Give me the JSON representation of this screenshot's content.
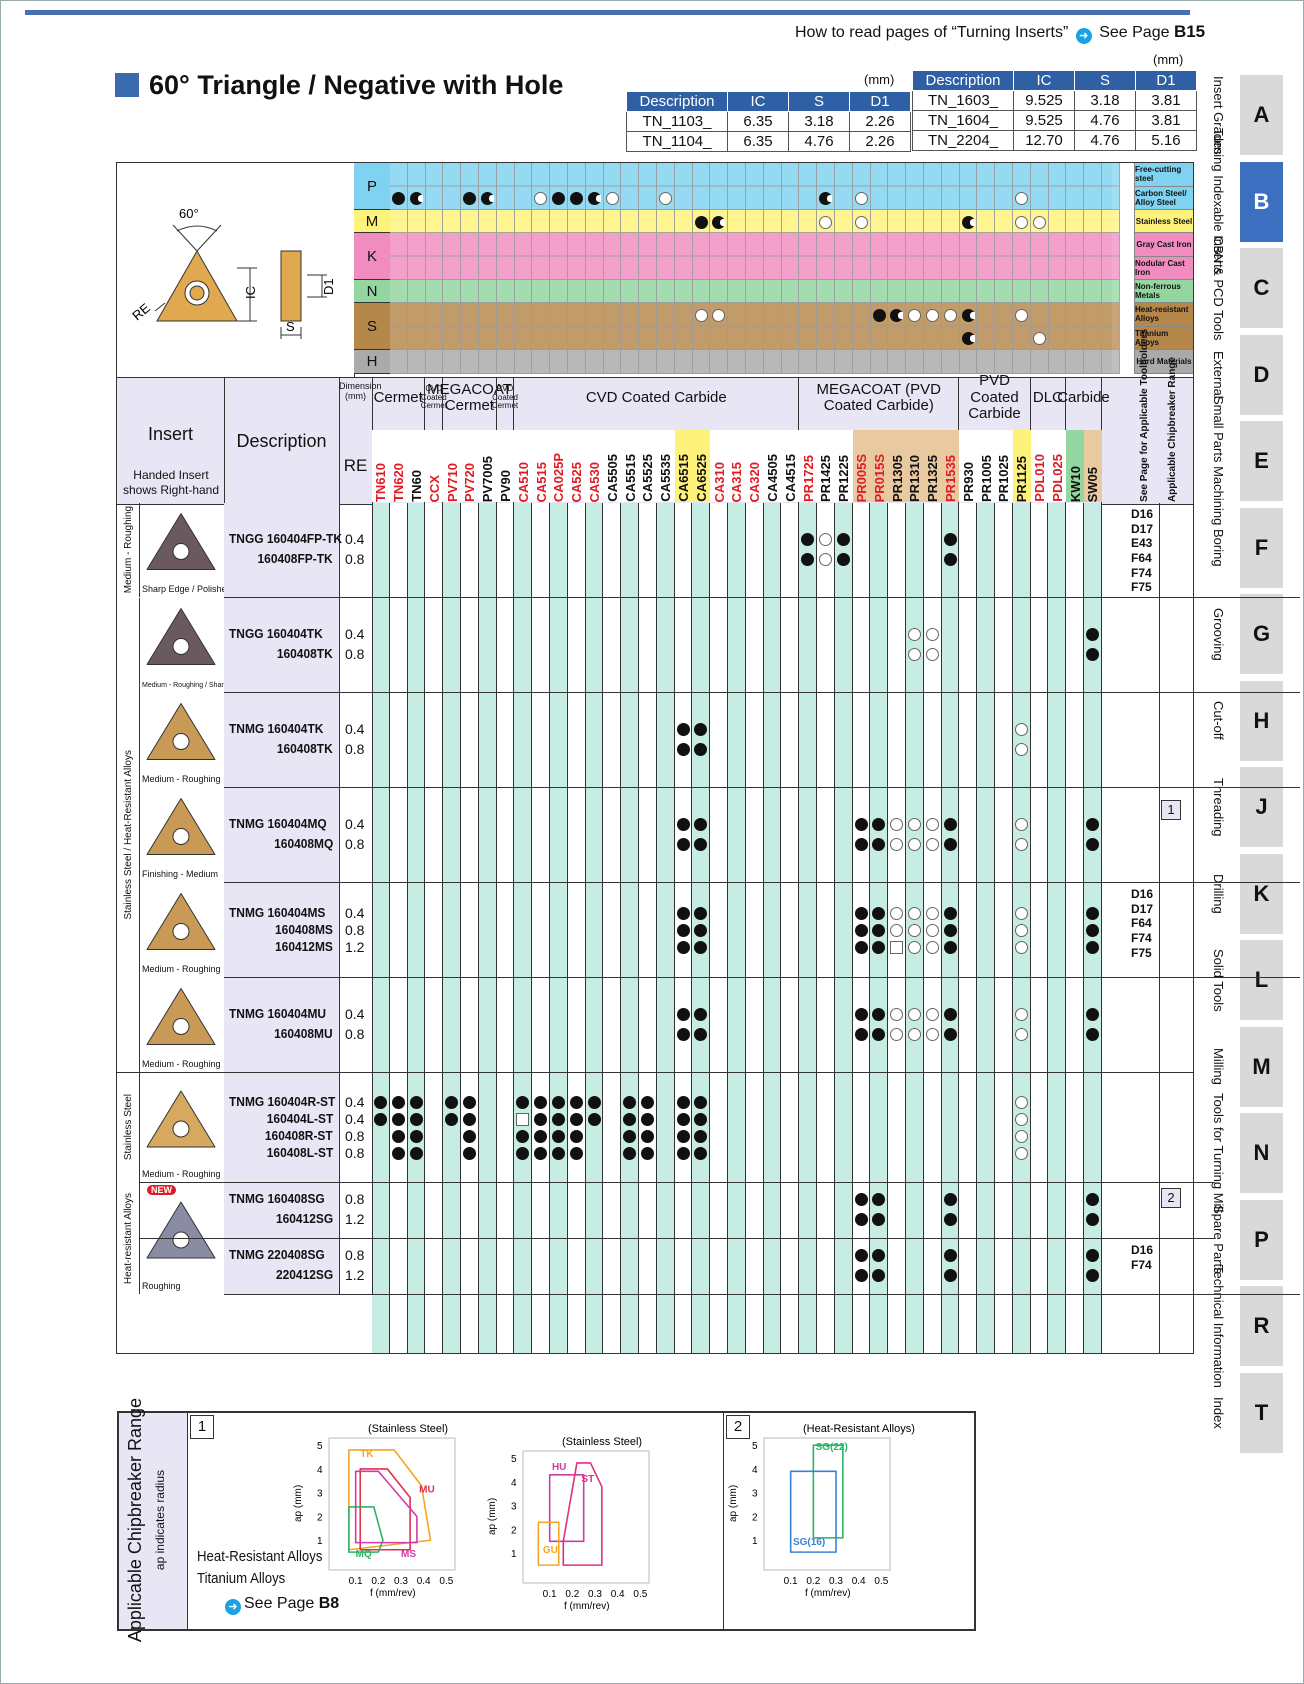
{
  "header": {
    "howto": "How to read pages of “Turning Inserts”",
    "see": "See Page",
    "page": "B15"
  },
  "title": "60° Triangle / Negative with Hole",
  "dimtable1": {
    "unit": "(mm)",
    "cols": [
      "Description",
      "IC",
      "S",
      "D1"
    ],
    "rows": [
      [
        "TN_1103_",
        "6.35",
        "3.18",
        "2.26"
      ],
      [
        "TN_1104_",
        "6.35",
        "4.76",
        "2.26"
      ]
    ]
  },
  "dimtable2": {
    "unit": "(mm)",
    "cols": [
      "Description",
      "IC",
      "S",
      "D1"
    ],
    "rows": [
      [
        "TN_1603_",
        "9.525",
        "3.18",
        "3.81"
      ],
      [
        "TN_1604_",
        "9.525",
        "4.76",
        "3.81"
      ],
      [
        "TN_2204_",
        "12.70",
        "4.76",
        "5.16"
      ]
    ]
  },
  "sidetabs": [
    {
      "letter": "A",
      "label": "Insert Grades"
    },
    {
      "letter": "B",
      "label": "Turning Indexable Inserts"
    },
    {
      "letter": "C",
      "label": "CBN & PCD Tools"
    },
    {
      "letter": "D",
      "label": "External"
    },
    {
      "letter": "E",
      "label": "Small Parts Machining"
    },
    {
      "letter": "F",
      "label": "Boring"
    },
    {
      "letter": "G",
      "label": "Grooving"
    },
    {
      "letter": "H",
      "label": "Cut-off"
    },
    {
      "letter": "J",
      "label": "Threading"
    },
    {
      "letter": "K",
      "label": "Drilling"
    },
    {
      "letter": "L",
      "label": "Solid Tools"
    },
    {
      "letter": "M",
      "label": "Milling"
    },
    {
      "letter": "N",
      "label": "Tools for Turning Mill"
    },
    {
      "letter": "P",
      "label": "Spare Parts"
    },
    {
      "letter": "R",
      "label": "Technical Information"
    },
    {
      "letter": "T",
      "label": "Index"
    }
  ],
  "diagram": {
    "angle": "60°",
    "ic": "IC",
    "d1": "D1",
    "s": "S",
    "re": "RE"
  },
  "workgroups": [
    {
      "code": "P",
      "color": "#7fd3f0",
      "materials": [
        "Free-cutting steel",
        "Carbon Steel/ Alloy Steel"
      ]
    },
    {
      "code": "M",
      "color": "#fff27a",
      "materials": [
        "Stainless Steel"
      ]
    },
    {
      "code": "K",
      "color": "#f08cbf",
      "materials": [
        "Gray Cast Iron",
        "Nodular Cast Iron"
      ]
    },
    {
      "code": "N",
      "color": "#93d6a0",
      "materials": [
        "Non-ferrous Metals"
      ]
    },
    {
      "code": "S",
      "color": "#b5874b",
      "materials": [
        "Heat-resistant Alloys",
        "Titanium Alloys"
      ]
    },
    {
      "code": "H",
      "color": "#aaaaaa",
      "materials": [
        "Hard Materials"
      ]
    }
  ],
  "columns": {
    "insert": "Insert",
    "handed": "Handed Insert shows Right-hand",
    "description": "Description",
    "dimension": "Dimension (mm)",
    "re": "RE",
    "groups": [
      {
        "label": "Cermet",
        "span": 3
      },
      {
        "label": "CVD Coated Cermet",
        "span": 1
      },
      {
        "label": "MEGACOAT Cermet",
        "span": 3
      },
      {
        "label": "PVD Coated Cermet",
        "span": 1
      },
      {
        "label": "CVD Coated Carbide",
        "span": 16
      },
      {
        "label": "MEGACOAT (PVD Coated Carbide)",
        "span": 9
      },
      {
        "label": "PVD Coated Carbide",
        "span": 4
      },
      {
        "label": "DLC",
        "span": 2
      },
      {
        "label": "Carbide",
        "span": 2
      }
    ],
    "toolholders": "See Page for Applicable Toolholders",
    "chipbreaker": "Applicable Chipbreaker Range"
  },
  "grades": [
    {
      "n": "TN610",
      "c": "#e01b24",
      "bg": "#fff"
    },
    {
      "n": "TN620",
      "c": "#e01b24",
      "bg": "#fff"
    },
    {
      "n": "TN60",
      "c": "#111",
      "bg": "#fff"
    },
    {
      "n": "CCX",
      "c": "#e01b24",
      "bg": "#fff"
    },
    {
      "n": "PV710",
      "c": "#e01b24",
      "bg": "#fff"
    },
    {
      "n": "PV720",
      "c": "#e01b24",
      "bg": "#fff"
    },
    {
      "n": "PV7005",
      "c": "#111",
      "bg": "#fff"
    },
    {
      "n": "PV90",
      "c": "#111",
      "bg": "#fff"
    },
    {
      "n": "CA510",
      "c": "#e01b24",
      "bg": "#fff"
    },
    {
      "n": "CA515",
      "c": "#e01b24",
      "bg": "#fff"
    },
    {
      "n": "CA025P",
      "c": "#e01b24",
      "bg": "#fff"
    },
    {
      "n": "CA525",
      "c": "#e01b24",
      "bg": "#fff"
    },
    {
      "n": "CA530",
      "c": "#e01b24",
      "bg": "#fff"
    },
    {
      "n": "CA5505",
      "c": "#111",
      "bg": "#fff"
    },
    {
      "n": "CA5515",
      "c": "#111",
      "bg": "#fff"
    },
    {
      "n": "CA5525",
      "c": "#111",
      "bg": "#fff"
    },
    {
      "n": "CA5535",
      "c": "#111",
      "bg": "#fff"
    },
    {
      "n": "CA6515",
      "c": "#111",
      "bg": "#fff27a"
    },
    {
      "n": "CA6525",
      "c": "#111",
      "bg": "#fff27a"
    },
    {
      "n": "CA310",
      "c": "#e01b24",
      "bg": "#fff"
    },
    {
      "n": "CA315",
      "c": "#e01b24",
      "bg": "#fff"
    },
    {
      "n": "CA320",
      "c": "#e01b24",
      "bg": "#fff"
    },
    {
      "n": "CA4505",
      "c": "#111",
      "bg": "#fff"
    },
    {
      "n": "CA4515",
      "c": "#111",
      "bg": "#fff"
    },
    {
      "n": "PR1725",
      "c": "#e01b24",
      "bg": "#fff"
    },
    {
      "n": "PR1425",
      "c": "#111",
      "bg": "#fff"
    },
    {
      "n": "PR1225",
      "c": "#111",
      "bg": "#fff"
    },
    {
      "n": "PR005S",
      "c": "#e01b24",
      "bg": "#e8c9a0"
    },
    {
      "n": "PR015S",
      "c": "#e01b24",
      "bg": "#e8c9a0"
    },
    {
      "n": "PR1305",
      "c": "#111",
      "bg": "#e8c9a0"
    },
    {
      "n": "PR1310",
      "c": "#111",
      "bg": "#e8c9a0"
    },
    {
      "n": "PR1325",
      "c": "#111",
      "bg": "#e8c9a0"
    },
    {
      "n": "PR1535",
      "c": "#e01b24",
      "bg": "#e8c9a0"
    },
    {
      "n": "PR930",
      "c": "#111",
      "bg": "#fff"
    },
    {
      "n": "PR1005",
      "c": "#111",
      "bg": "#fff"
    },
    {
      "n": "PR1025",
      "c": "#111",
      "bg": "#fff"
    },
    {
      "n": "PR1125",
      "c": "#111",
      "bg": "#fff27a"
    },
    {
      "n": "PDL010",
      "c": "#e01b24",
      "bg": "#fff"
    },
    {
      "n": "PDL025",
      "c": "#e01b24",
      "bg": "#fff"
    },
    {
      "n": "KW10",
      "c": "#111",
      "bg": "#93d6a0"
    },
    {
      "n": "SW05",
      "c": "#111",
      "bg": "#e8c9a0"
    }
  ],
  "rows": [
    {
      "cat": "Medium - Roughing",
      "img_caption": "Sharp Edge / Polished",
      "lines": [
        {
          "d": "TNGG 160404FP-TK",
          "re": "0.4"
        },
        {
          "d": "160408FP-TK",
          "re": "0.8"
        }
      ],
      "refs": "D16\nD17\nE43\nF64\nF74\nF75"
    },
    {
      "cat": "",
      "img_caption": "Medium - Roughing / Sharp Edge",
      "lines": [
        {
          "d": "TNGG 160404TK",
          "re": "0.4"
        },
        {
          "d": "160408TK",
          "re": "0.8"
        }
      ],
      "refs": ""
    },
    {
      "cat": "",
      "img_caption": "Medium - Roughing",
      "lines": [
        {
          "d": "TNMG 160404TK",
          "re": "0.4"
        },
        {
          "d": "160408TK",
          "re": "0.8"
        }
      ],
      "refs": ""
    },
    {
      "cat": "",
      "img_caption": "Finishing - Medium",
      "lines": [
        {
          "d": "TNMG 160404MQ",
          "re": "0.4"
        },
        {
          "d": "160408MQ",
          "re": "0.8"
        }
      ],
      "refs": ""
    },
    {
      "cat": "",
      "img_caption": "Medium - Roughing",
      "lines": [
        {
          "d": "TNMG 160404MS",
          "re": "0.4"
        },
        {
          "d": "160408MS",
          "re": "0.8"
        },
        {
          "d": "160412MS",
          "re": "1.2"
        }
      ],
      "refs": "D16\nD17\nF64\nF74\nF75"
    },
    {
      "cat": "",
      "img_caption": "Medium - Roughing",
      "lines": [
        {
          "d": "TNMG 160404MU",
          "re": "0.4"
        },
        {
          "d": "160408MU",
          "re": "0.8"
        }
      ],
      "refs": ""
    },
    {
      "cat": "Stainless Steel",
      "img_caption": "Medium - Roughing",
      "lines": [
        {
          "d": "TNMG 160404R-ST",
          "re": "0.4"
        },
        {
          "d": "160404L-ST",
          "re": "0.4"
        },
        {
          "d": "160408R-ST",
          "re": "0.8"
        },
        {
          "d": "160408L-ST",
          "re": "0.8"
        }
      ],
      "refs": ""
    },
    {
      "cat": "Heat-resistant Alloys",
      "img_caption": "Roughing",
      "badge": "NEW",
      "lines": [
        {
          "d": "TNMG 160408SG",
          "re": "0.8"
        },
        {
          "d": "160412SG",
          "re": "1.2"
        }
      ],
      "refs": ""
    },
    {
      "cat": "",
      "img_caption": "",
      "lines": [
        {
          "d": "TNMG 220408SG",
          "re": "0.8"
        },
        {
          "d": "220412SG",
          "re": "1.2"
        }
      ],
      "refs": "D16\nF74"
    }
  ],
  "catspan": {
    "medium_roughing": "Medium - Roughing",
    "stainless_heat": "Stainless Steel / Heat-Resistant Alloys"
  },
  "chipref": [
    "1",
    "2"
  ],
  "bottom": {
    "title": "Applicable Chipbreaker Range",
    "subtitle": "ap indicates radius",
    "note1": "Heat-Resistant Alloys",
    "note2": "Titanium Alloys",
    "see": "See Page",
    "page": "B8",
    "box1": "1",
    "box2": "2",
    "charts": [
      {
        "title": "(Stainless Steel)",
        "xlabel": "f (mm/rev)",
        "ylabel": "ap (mm)",
        "xticks": [
          "0.1",
          "0.2",
          "0.3",
          "0.4",
          "0.5"
        ],
        "yticks": [
          "1",
          "2",
          "3",
          "4",
          "5"
        ],
        "labels": [
          "TK",
          "MU",
          "MQ",
          "MS"
        ]
      },
      {
        "title": "(Stainless Steel)",
        "xlabel": "f (mm/rev)",
        "ylabel": "ap (mm)",
        "xticks": [
          "0.1",
          "0.2",
          "0.3",
          "0.4",
          "0.5"
        ],
        "yticks": [
          "1",
          "2",
          "3",
          "4",
          "5"
        ],
        "labels": [
          "HU",
          "ST",
          "GU"
        ]
      },
      {
        "title": "(Heat-Resistant Alloys)",
        "xlabel": "f (mm/rev)",
        "ylabel": "ap (mm)",
        "xticks": [
          "0.1",
          "0.2",
          "0.3",
          "0.4",
          "0.5"
        ],
        "yticks": [
          "1",
          "2",
          "3",
          "4",
          "5"
        ],
        "labels": [
          "SG(22)",
          "SG(16)"
        ]
      }
    ]
  }
}
